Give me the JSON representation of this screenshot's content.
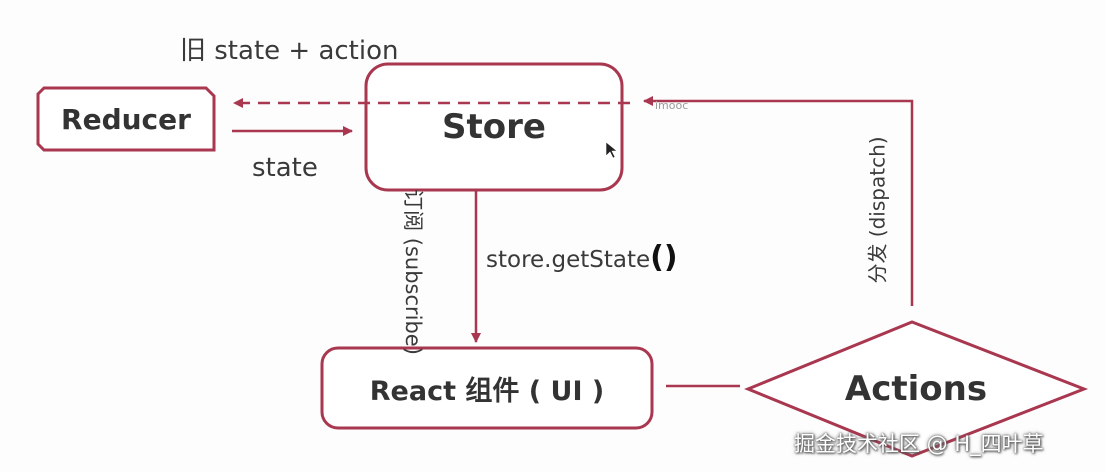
{
  "nodes": {
    "reducer": "Reducer",
    "store": "Store",
    "react_component": "React 组件 ( UI )",
    "actions": "Actions"
  },
  "edges": {
    "old_state_action": "旧 state + action",
    "state": "state",
    "subscribe": "订阅 (subscribe)",
    "get_state": "store.getState",
    "get_state_parens": "()",
    "dispatch": "分发 (dispatch)"
  },
  "watermarks": {
    "mooc": "imooc",
    "footer": "掘金技术社区 @ H_四叶草"
  },
  "colors": {
    "outline": "#a8374f",
    "text": "#333333"
  }
}
